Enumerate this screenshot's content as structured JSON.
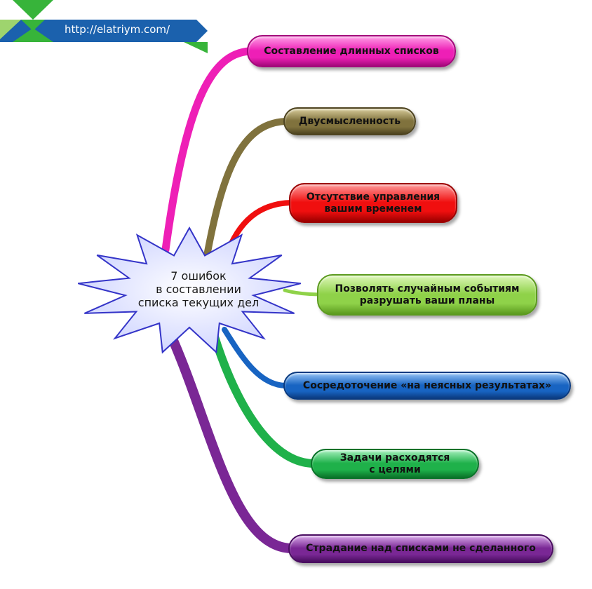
{
  "site": {
    "url": "http://elatriym.com/"
  },
  "colors": {
    "banner": "#1b61ad",
    "banner_green": "#37b43a",
    "banner_light": "#9ed46e",
    "star_fill": "#c9cfff",
    "star_stroke": "#3434c8"
  },
  "center": {
    "lines": [
      "7 ошибок",
      "в составлении",
      "списка текущих дел"
    ]
  },
  "branches": [
    {
      "id": "long-lists",
      "label": "Составление длинных списков",
      "color": "#ee1fb6",
      "light": "#ff9ee6",
      "dark": "#a3087a"
    },
    {
      "id": "ambiguity",
      "label": "Двусмысленность",
      "color": "#80723d",
      "light": "#d8cc9a",
      "dark": "#4e4420"
    },
    {
      "id": "time",
      "label": "Отсутствие управления\nвашим временем",
      "color": "#f00f0f",
      "light": "#ff9a9a",
      "dark": "#9c0000"
    },
    {
      "id": "random",
      "label": "Позволять случайным событиям\nразрушать ваши планы",
      "color": "#8fd249",
      "light": "#ddf7b8",
      "dark": "#5b9a1e"
    },
    {
      "id": "unclear",
      "label": "Сосредоточение «на неясных результатах»",
      "color": "#1864c2",
      "light": "#94c3f5",
      "dark": "#0b3b80"
    },
    {
      "id": "goals",
      "label": "Задачи расходятся\nс целями",
      "color": "#1fb14a",
      "light": "#a5f0bd",
      "dark": "#0a7329"
    },
    {
      "id": "suffering",
      "label": "Страдание над списками не сделанного",
      "color": "#7a2795",
      "light": "#d9a9ea",
      "dark": "#4a0e61"
    }
  ]
}
